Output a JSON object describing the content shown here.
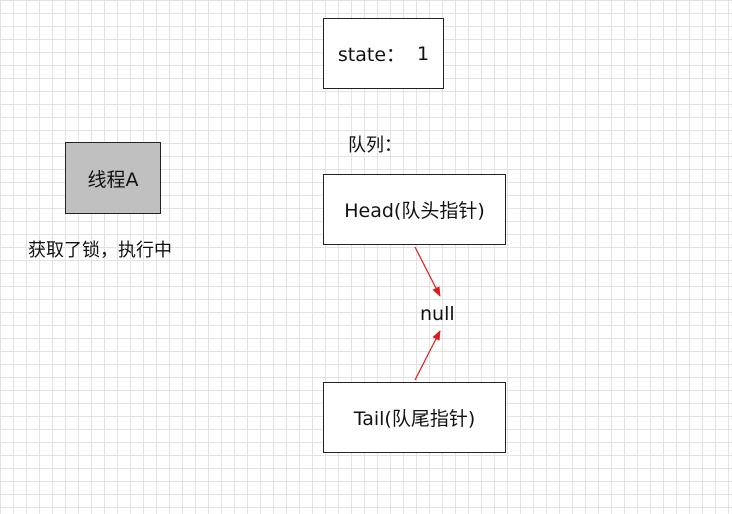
{
  "state_box": {
    "label": "state：",
    "value": "1"
  },
  "thread": {
    "name": "线程A",
    "status": "获取了锁，执行中",
    "fill_color": "#c0c0c0"
  },
  "queue": {
    "label": "队列：",
    "head_label": "Head(队头指针)",
    "tail_label": "Tail(队尾指针)",
    "null_label": "null",
    "arrow_color": "#e0191b"
  }
}
